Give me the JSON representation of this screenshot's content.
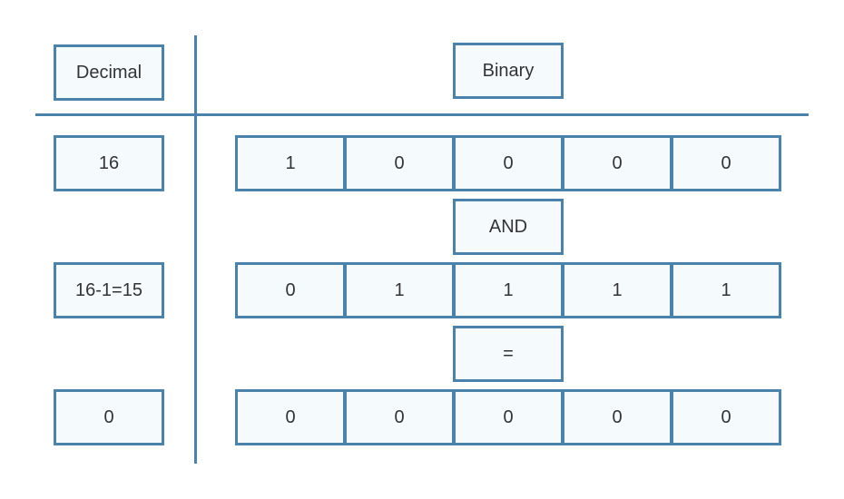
{
  "header": {
    "decimal_label": "Decimal",
    "binary_label": "Binary"
  },
  "rows": [
    {
      "decimal": "16",
      "bits": [
        "1",
        "0",
        "0",
        "0",
        "0"
      ]
    },
    {
      "decimal": "16-1=15",
      "bits": [
        "0",
        "1",
        "1",
        "1",
        "1"
      ]
    },
    {
      "decimal": "0",
      "bits": [
        "0",
        "0",
        "0",
        "0",
        "0"
      ]
    }
  ],
  "operators": {
    "and": "AND",
    "equals": "="
  },
  "colors": {
    "stroke": "#4a82ab",
    "fill": "#f5fafd",
    "text": "#333333"
  }
}
